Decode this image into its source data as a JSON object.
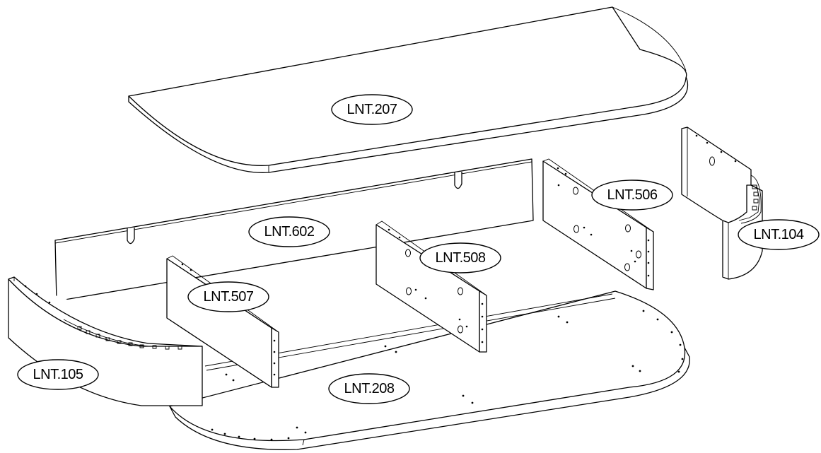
{
  "diagram": {
    "parts": [
      {
        "id": "top-panel",
        "code": "LNT.207"
      },
      {
        "id": "back-panel",
        "code": "LNT.602"
      },
      {
        "id": "right-side-panel",
        "code": "LNT.506"
      },
      {
        "id": "right-curved-end",
        "code": "LNT.104"
      },
      {
        "id": "middle-divider-right",
        "code": "LNT.508"
      },
      {
        "id": "middle-divider-left",
        "code": "LNT.507"
      },
      {
        "id": "left-curved-end",
        "code": "LNT.105"
      },
      {
        "id": "bottom-panel",
        "code": "LNT.208"
      }
    ]
  }
}
